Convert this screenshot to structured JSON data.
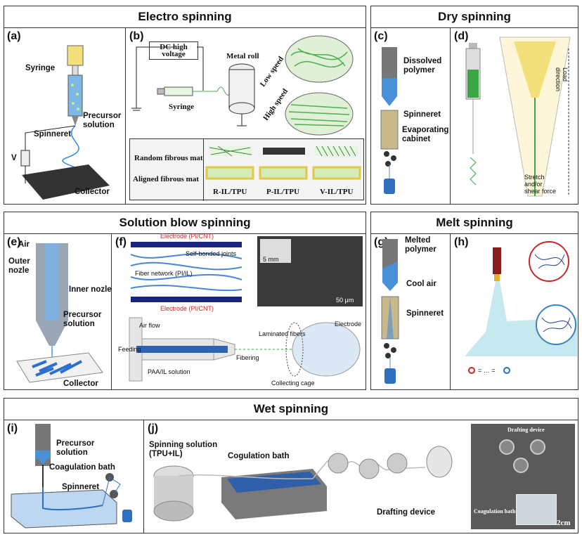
{
  "electro": {
    "title": "Electro spinning",
    "a": {
      "label": "(a)",
      "syringe": "Syringe",
      "precursor": "Precursor\nsolution",
      "spinneret": "Spinneret",
      "v": "V",
      "collector": "Collector"
    },
    "b": {
      "label": "(b)",
      "dc": "DC high\nvoltage",
      "metal_roll": "Metal roll",
      "low_speed": "Low speed",
      "high_speed": "High speed",
      "syringe": "Syringe",
      "random": "Random fibrous mat",
      "aligned": "Aligned fibrous mat",
      "r": "R-IL/TPU",
      "p": "P-IL/TPU",
      "v": "V-IL/TPU"
    }
  },
  "dry": {
    "title": "Dry spinning",
    "c": {
      "label": "(c)",
      "dissolved": "Dissolved\npolymer",
      "spinneret": "Spinneret",
      "evaporating": "Evaporating\ncabinet"
    },
    "d": {
      "label": "(d)",
      "load": "Load direction",
      "stretch": "Stretch\nand/or\nshear force"
    }
  },
  "solution": {
    "title": "Solution blow spinning",
    "e": {
      "label": "(e)",
      "air": "Air",
      "outer": "Outer\nnozle",
      "inner": "Inner nozle",
      "precursor": "Precursor\nsolution",
      "collector": "Collector"
    },
    "f": {
      "label": "(f)",
      "electrode_top": "Electrode (PI/CNT)",
      "joints": "Self-bonded joints",
      "network": "Fiber network (PI/IL)",
      "electrode_bottom": "Electrode (PI/CNT)",
      "scale1": "5 mm",
      "scale2": "50 μm",
      "air_flow": "Air flow",
      "feeding": "Feeding",
      "paa": "PAA/IL solution",
      "fibering": "Fibering",
      "laminated": "Laminated fibers",
      "electrode": "Electrode",
      "cage": "Collecting cage"
    }
  },
  "melt": {
    "title": "Melt spinning",
    "g": {
      "label": "(g)",
      "melted": "Melted\npolymer",
      "cool": "Cool air",
      "spinneret": "Spinneret"
    },
    "h": {
      "label": "(h)",
      "legend": "= … ="
    }
  },
  "wet": {
    "title": "Wet spinning",
    "i": {
      "label": "(i)",
      "precursor": "Precursor\nsolution",
      "bath": "Coagulation bath",
      "spinneret": "Spinneret"
    },
    "j": {
      "label": "(j)",
      "solution": "Spinning solution\n(TPU+IL)",
      "bath": "Cogulation bath",
      "drafting": "Drafting device",
      "photo_drafting": "Drafting device",
      "photo_bath": "Coagulation bath",
      "scale": "2cm"
    }
  }
}
